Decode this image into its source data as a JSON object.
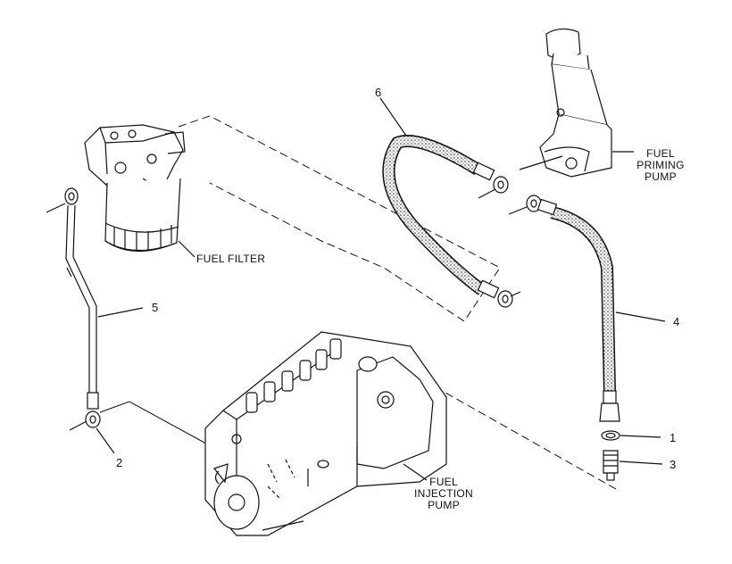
{
  "labels": {
    "fuel_filter": "FUEL FILTER",
    "fuel_priming_pump": [
      "FUEL",
      "PRIMING",
      "PUMP"
    ],
    "fuel_injection_pump": [
      "FUEL",
      "INJECTION",
      "PUMP"
    ]
  },
  "callouts": {
    "washer": "1",
    "fitting_2": "2",
    "fitting_3": "3",
    "hose_4": "4",
    "tube_5": "5",
    "hose_6": "6"
  }
}
